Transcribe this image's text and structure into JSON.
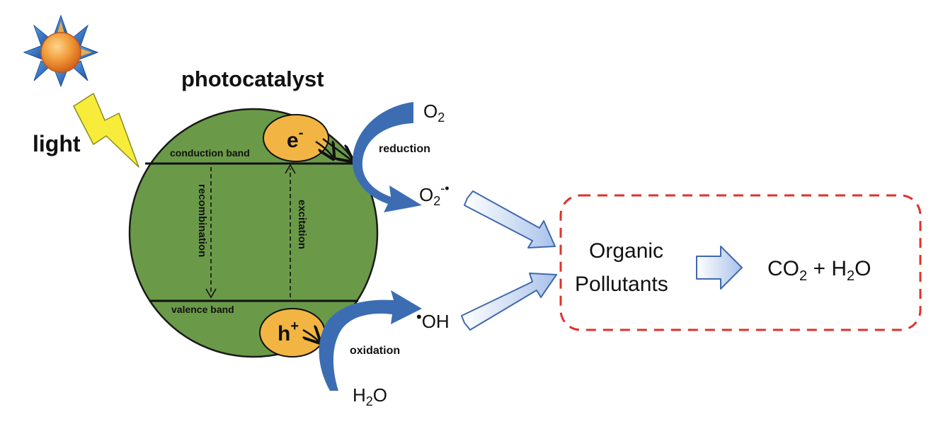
{
  "labels": {
    "light": "light",
    "photocatalyst": "photocatalyst",
    "conduction_band": "conduction band",
    "valence_band": "valence band",
    "recombination": "recombination",
    "excitation": "excitation",
    "electron": "e",
    "electron_sup": "-",
    "hole": "h",
    "hole_sup": "+",
    "reduction": "reduction",
    "oxidation": "oxidation",
    "o2": "O",
    "o2_sub": "2",
    "superoxide": "O",
    "superoxide_sub": "2",
    "superoxide_sup": "-•",
    "hydroxyl_dot": "•",
    "hydroxyl": "OH",
    "water": "H",
    "water_sub": "2",
    "water_o": "O",
    "organic_line1": "Organic",
    "organic_line2": "Pollutants",
    "product_co": "CO",
    "product_co_sub": "2",
    "product_plus": " + H",
    "product_h_sub": "2",
    "product_o": "O"
  },
  "colors": {
    "sphere_fill": "#6a9a48",
    "carrier_fill": "#f2b544",
    "arrow_blue": "#3c6db3",
    "hollow_arrow_fill": "#c9d8f0",
    "hollow_arrow_stroke": "#3f69b0",
    "box_dash": "#e0312b",
    "sun_ray": "#3b73c4",
    "sun_core": "#e87a24",
    "bolt_fill": "#f7ec3a"
  }
}
